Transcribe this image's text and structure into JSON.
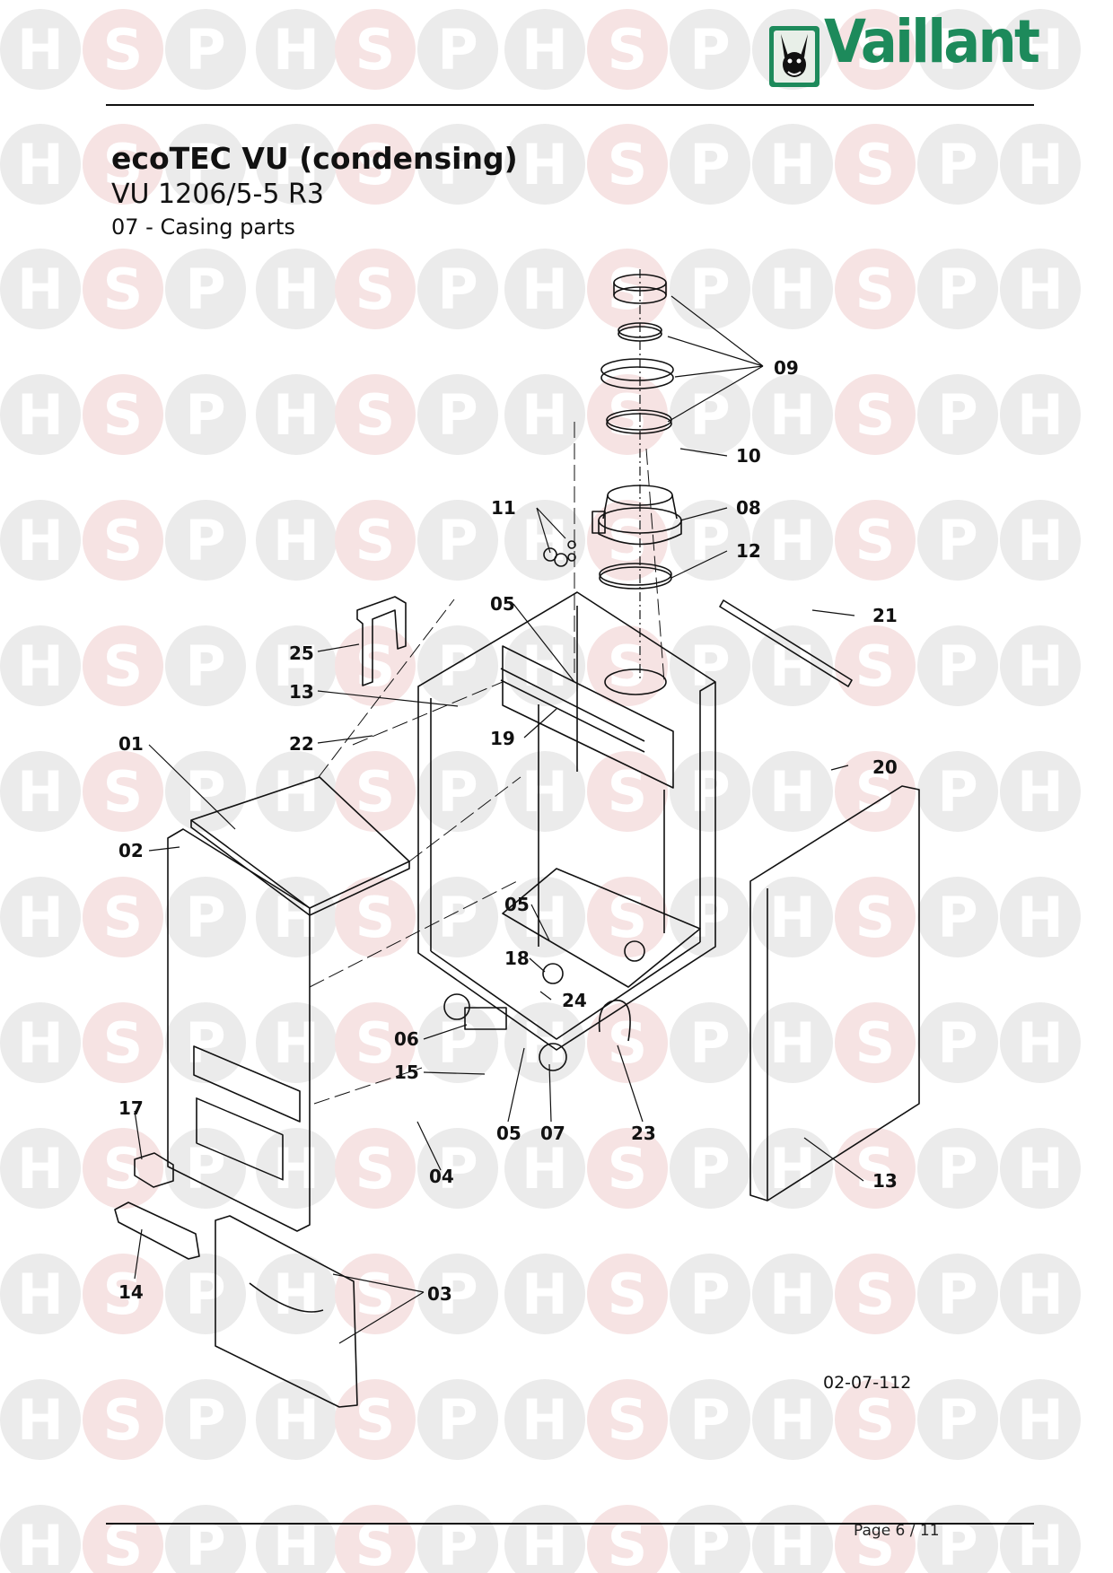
{
  "header": {
    "brand": "Vaillant",
    "title": "ecoTEC VU (condensing)",
    "model": "VU 1206/5-5 R3",
    "section": "07 - Casing parts"
  },
  "watermark": {
    "letters": [
      "H",
      "S",
      "P"
    ]
  },
  "diagram": {
    "drawing_number": "02-07-112",
    "part_labels": [
      {
        "id": "09"
      },
      {
        "id": "10"
      },
      {
        "id": "11"
      },
      {
        "id": "08"
      },
      {
        "id": "12"
      },
      {
        "id": "05"
      },
      {
        "id": "21"
      },
      {
        "id": "25"
      },
      {
        "id": "13"
      },
      {
        "id": "01"
      },
      {
        "id": "22"
      },
      {
        "id": "19"
      },
      {
        "id": "20"
      },
      {
        "id": "02"
      },
      {
        "id": "05"
      },
      {
        "id": "18"
      },
      {
        "id": "24"
      },
      {
        "id": "06"
      },
      {
        "id": "15"
      },
      {
        "id": "17"
      },
      {
        "id": "05"
      },
      {
        "id": "07"
      },
      {
        "id": "23"
      },
      {
        "id": "04"
      },
      {
        "id": "13"
      },
      {
        "id": "14"
      },
      {
        "id": "03"
      }
    ]
  },
  "footer": {
    "page": "Page 6 / 11"
  },
  "colors": {
    "watermark": "#ebebeb",
    "watermark_s": "#f6e3e3",
    "brand_green": "#1d8a5b",
    "line": "#111111"
  }
}
